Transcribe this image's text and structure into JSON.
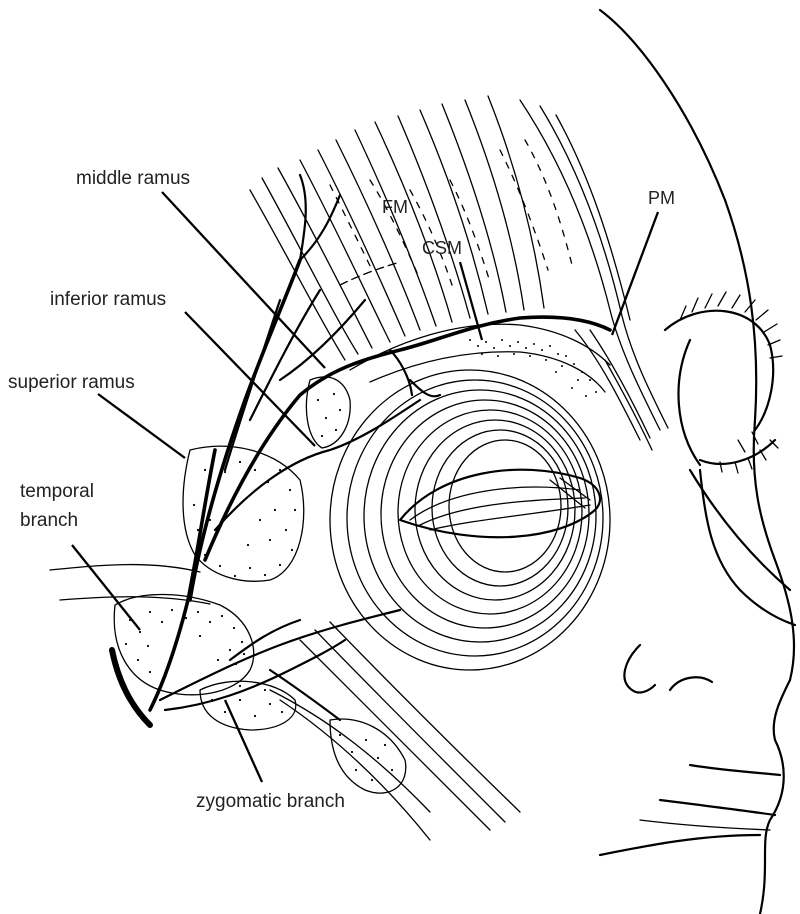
{
  "labels": {
    "middle_ramus": "middle ramus",
    "inferior_ramus": "inferior ramus",
    "superior_ramus": "superior ramus",
    "temporal_branch_line1": "temporal",
    "temporal_branch_line2": "branch",
    "zygomatic_branch": "zygomatic branch",
    "fm": "FM",
    "csm": "CSM",
    "pm": "PM"
  },
  "colors": {
    "ink": "#000000",
    "label_text": "#222222",
    "background": "#ffffff"
  }
}
